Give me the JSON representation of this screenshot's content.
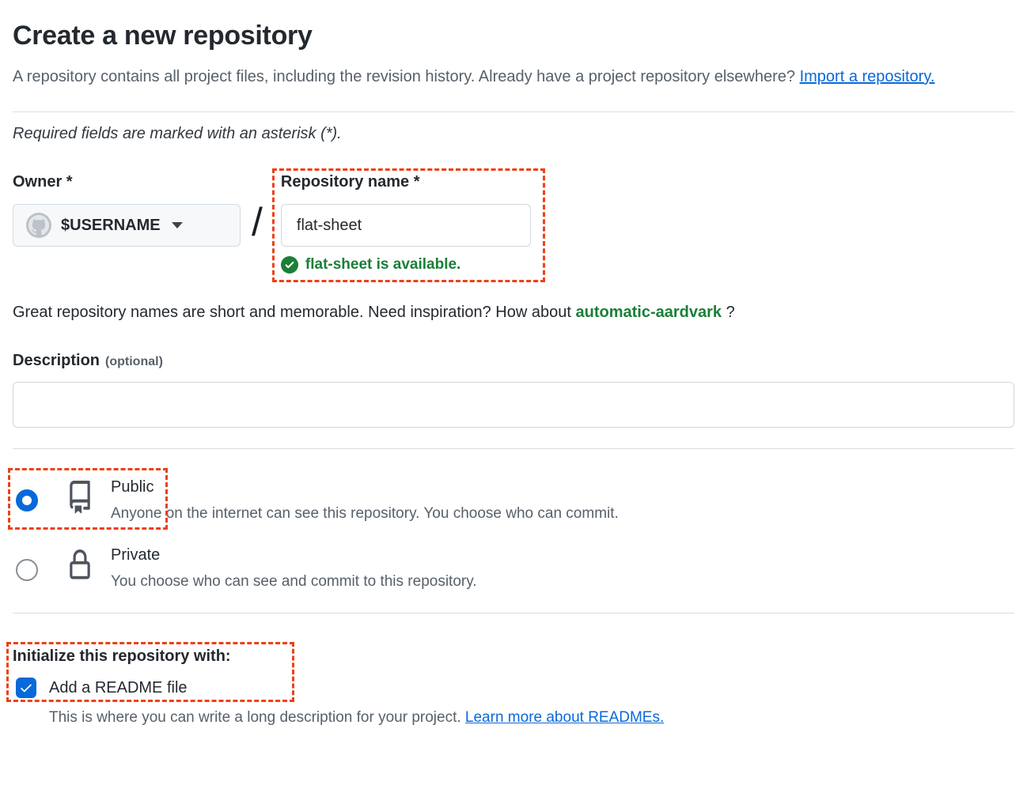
{
  "page": {
    "title": "Create a new repository"
  },
  "intro": {
    "text": "A repository contains all project files, including the revision history. Already have a project repository elsewhere?",
    "link_label": "Import a repository."
  },
  "required_note": "Required fields are marked with an asterisk (*).",
  "owner": {
    "label": "Owner *",
    "value": "$USERNAME"
  },
  "separator": "/",
  "repository_name": {
    "label": "Repository name *",
    "value": "flat-sheet",
    "availability_message": "flat-sheet is available."
  },
  "inspiration": {
    "prefix": "Great repository names are short and memorable. Need inspiration? How about",
    "suggestion": "automatic-aardvark",
    "suffix": "?"
  },
  "description": {
    "label": "Description",
    "optional_label": "(optional)",
    "value": ""
  },
  "visibility": {
    "public": {
      "label": "Public",
      "description": "Anyone on the internet can see this repository. You choose who can commit.",
      "selected": true
    },
    "private": {
      "label": "Private",
      "description": "You choose who can see and commit to this repository.",
      "selected": false
    }
  },
  "initialize": {
    "heading": "Initialize this repository with:",
    "readme": {
      "label": "Add a README file",
      "checked": true,
      "note": "This is where you can write a long description for your project.",
      "link_label": "Learn more about READMEs."
    }
  },
  "colors": {
    "accent_blue": "#0969da",
    "success_green": "#1a7f37",
    "muted_text": "#57606a",
    "dark_text": "#24292f",
    "border": "#d0d7de",
    "annotation": "#ed4017"
  }
}
